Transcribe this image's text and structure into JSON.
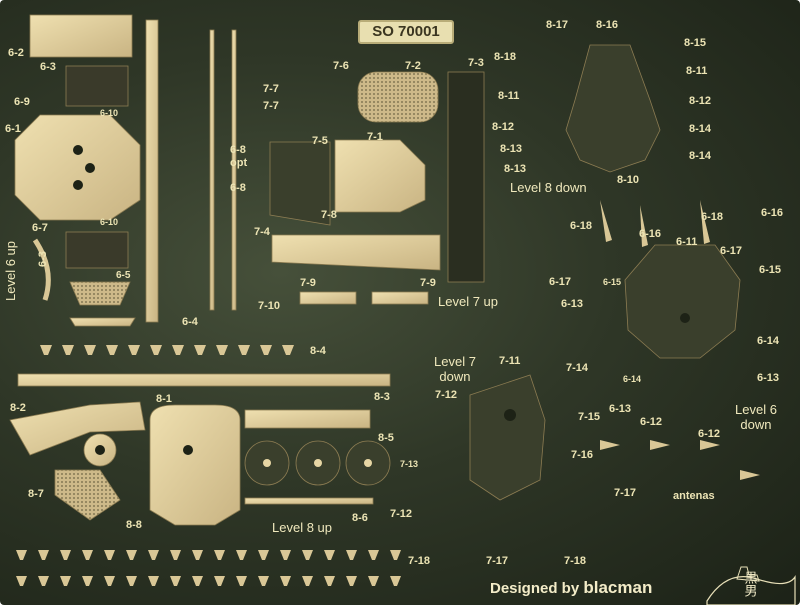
{
  "product_code": "SO 70001",
  "credit": {
    "prefix": "Designed by ",
    "designer": "blacman"
  },
  "seal_text": "黒男",
  "colors": {
    "sheet": "#2f3727",
    "brass": "#e7d6a4",
    "brass_dark": "#b59f6c",
    "hole": "#1d2216",
    "text": "#ece4b4"
  },
  "sections": {
    "l6up": "Level 6 up",
    "l7up": "Level 7 up",
    "l7down": "Level 7\ndown",
    "l8down": "Level 8 down",
    "l6down": "Level 6\ndown",
    "l8up": "Level 8 up",
    "antenas": "antenas"
  },
  "labels": {
    "l6_2": "6-2",
    "l6_3a": "6-3",
    "l6_9": "6-9",
    "l6_1": "6-1",
    "l6_10a": "6-10",
    "l6_10b": "6-10",
    "l6_7": "6-7",
    "l6_3b": "6-3",
    "l6_5": "6-5",
    "l6_4": "6-4",
    "l6_8a": "6-8",
    "opt": "opt",
    "l6_8b": "6-8",
    "l7_6": "7-6",
    "l7_7a": "7-7",
    "l7_7b": "7-7",
    "l7_2": "7-2",
    "l7_3": "7-3",
    "l7_5": "7-5",
    "l7_1": "7-1",
    "l7_8": "7-8",
    "l7_4": "7-4",
    "l7_9a": "7-9",
    "l7_9b": "7-9",
    "l7_10": "7-10",
    "l8_17": "8-17",
    "l8_16": "8-16",
    "l8_15": "8-15",
    "l8_18": "8-18",
    "l8_11a": "8-11",
    "l8_11b": "8-11",
    "l8_12a": "8-12",
    "l8_12b": "8-12",
    "l8_13a": "8-13",
    "l8_13b": "8-13",
    "l8_14a": "8-14",
    "l8_14b": "8-14",
    "l8_10": "8-10",
    "r6_18a": "6-18",
    "r6_18b": "6-18",
    "r6_16a": "6-16",
    "r6_16b": "6-16",
    "r6_11": "6-11",
    "r6_17a": "6-17",
    "r6_17b": "6-17",
    "r6_15a": "6-15",
    "r6_15b": "6-15",
    "r6_13a": "6-13",
    "r6_13b": "6-13",
    "r6_14a": "6-14",
    "r6_14b": "6-14",
    "r6_13c": "6-13",
    "r6_12a": "6-12",
    "r6_12b": "6-12",
    "l8_4": "8-4",
    "l8_3": "8-3",
    "l8_2": "8-2",
    "l8_1": "8-1",
    "l8_5": "8-5",
    "l8_7": "8-7",
    "l8_8": "8-8",
    "l8_6": "8-6",
    "l7_11": "7-11",
    "l7_12a": "7-12",
    "l7_12b": "7-12",
    "l7_14": "7-14",
    "l7_15": "7-15",
    "l7_16": "7-16",
    "l7_13": "7-13",
    "l7_17a": "7-17",
    "l7_17b": "7-17",
    "l7_18a": "7-18",
    "l7_18b": "7-18"
  }
}
